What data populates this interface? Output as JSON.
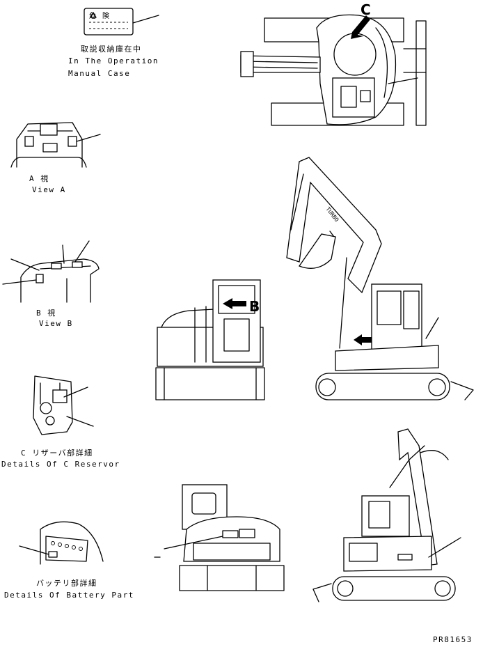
{
  "labels": {
    "caution_jp": "危 険",
    "case_jp": "取説収納庫在中",
    "case_en_1": "In The Operation",
    "case_en_2": "Manual Case",
    "view_a_jp": "A  視",
    "view_a_en": "View A",
    "view_b_jp": "B  視",
    "view_b_en": "View B",
    "detail_c_jp": "C  リザーバ部詳細",
    "detail_c_en": "Details Of C Reservor",
    "battery_jp": "バッテリ部詳細",
    "battery_en": "Details Of Battery Part",
    "marker_c": "C",
    "marker_b": "B",
    "boom_text": "TURBO",
    "part_number": "PR81653"
  }
}
